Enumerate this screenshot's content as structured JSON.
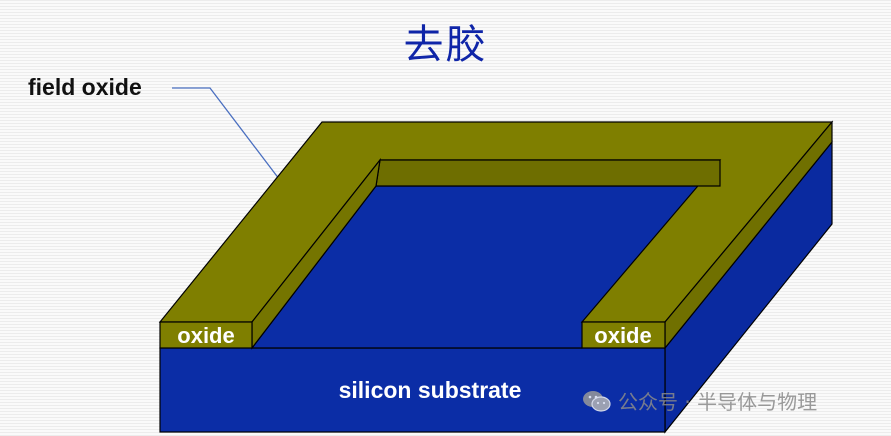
{
  "title": "去胶",
  "labels": {
    "field_oxide": "field oxide",
    "oxide_left": "oxide",
    "oxide_right": "oxide",
    "substrate": "silicon substrate"
  },
  "watermark": {
    "text": "公众号 · 半导体与物理",
    "icon": "wechat-icon"
  },
  "colors": {
    "title": "#0f25a8",
    "oxide": "#7f7f00",
    "silicon": "#0b2da6"
  }
}
